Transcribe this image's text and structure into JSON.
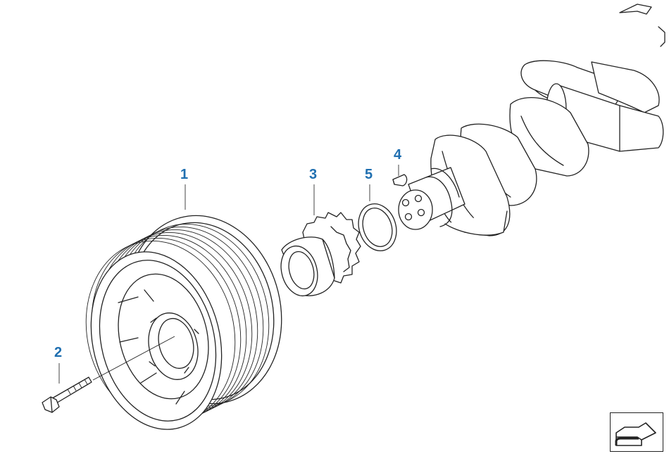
{
  "callouts": [
    {
      "id": "1",
      "label": "1"
    },
    {
      "id": "2",
      "label": "2"
    },
    {
      "id": "3",
      "label": "3"
    },
    {
      "id": "4",
      "label": "4"
    },
    {
      "id": "5",
      "label": "5"
    }
  ],
  "colors": {
    "callout": "#1f6fb0",
    "line": "#222222",
    "background": "#ffffff"
  },
  "nav": {
    "icon": "return-arrow-icon"
  }
}
